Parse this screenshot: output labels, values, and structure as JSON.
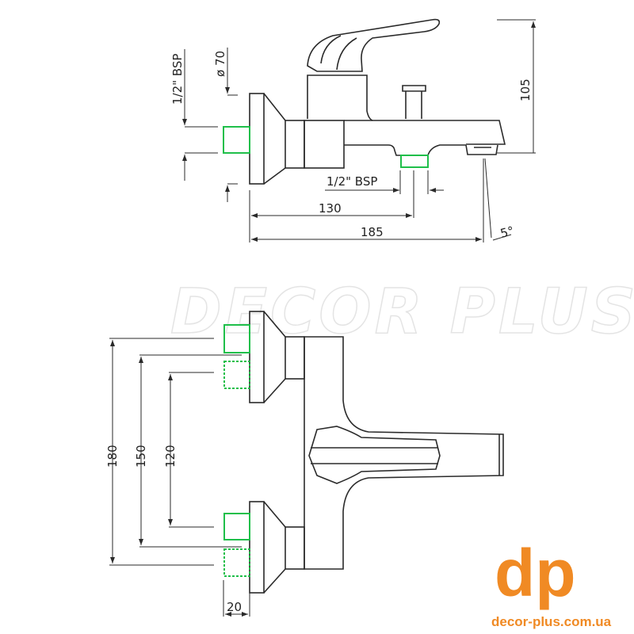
{
  "watermark": "DECOR PLUS",
  "dimensions": {
    "inlet_thread": "1/2\" BSP",
    "flange_diameter": "ø 70",
    "height": "105",
    "outlet_thread": "1/2\" BSP",
    "outlet_distance": "130",
    "total_length": "185",
    "spout_angle": "5°",
    "centres_max": "180",
    "centres_mid": "150",
    "centres_min": "120",
    "inlet_length": "20"
  },
  "logo": {
    "mark": "dp",
    "url": "decor-plus.com.ua",
    "color": "#f08a24"
  },
  "colors": {
    "fitting": "#1fbf4a",
    "line": "#2a2a2a"
  }
}
